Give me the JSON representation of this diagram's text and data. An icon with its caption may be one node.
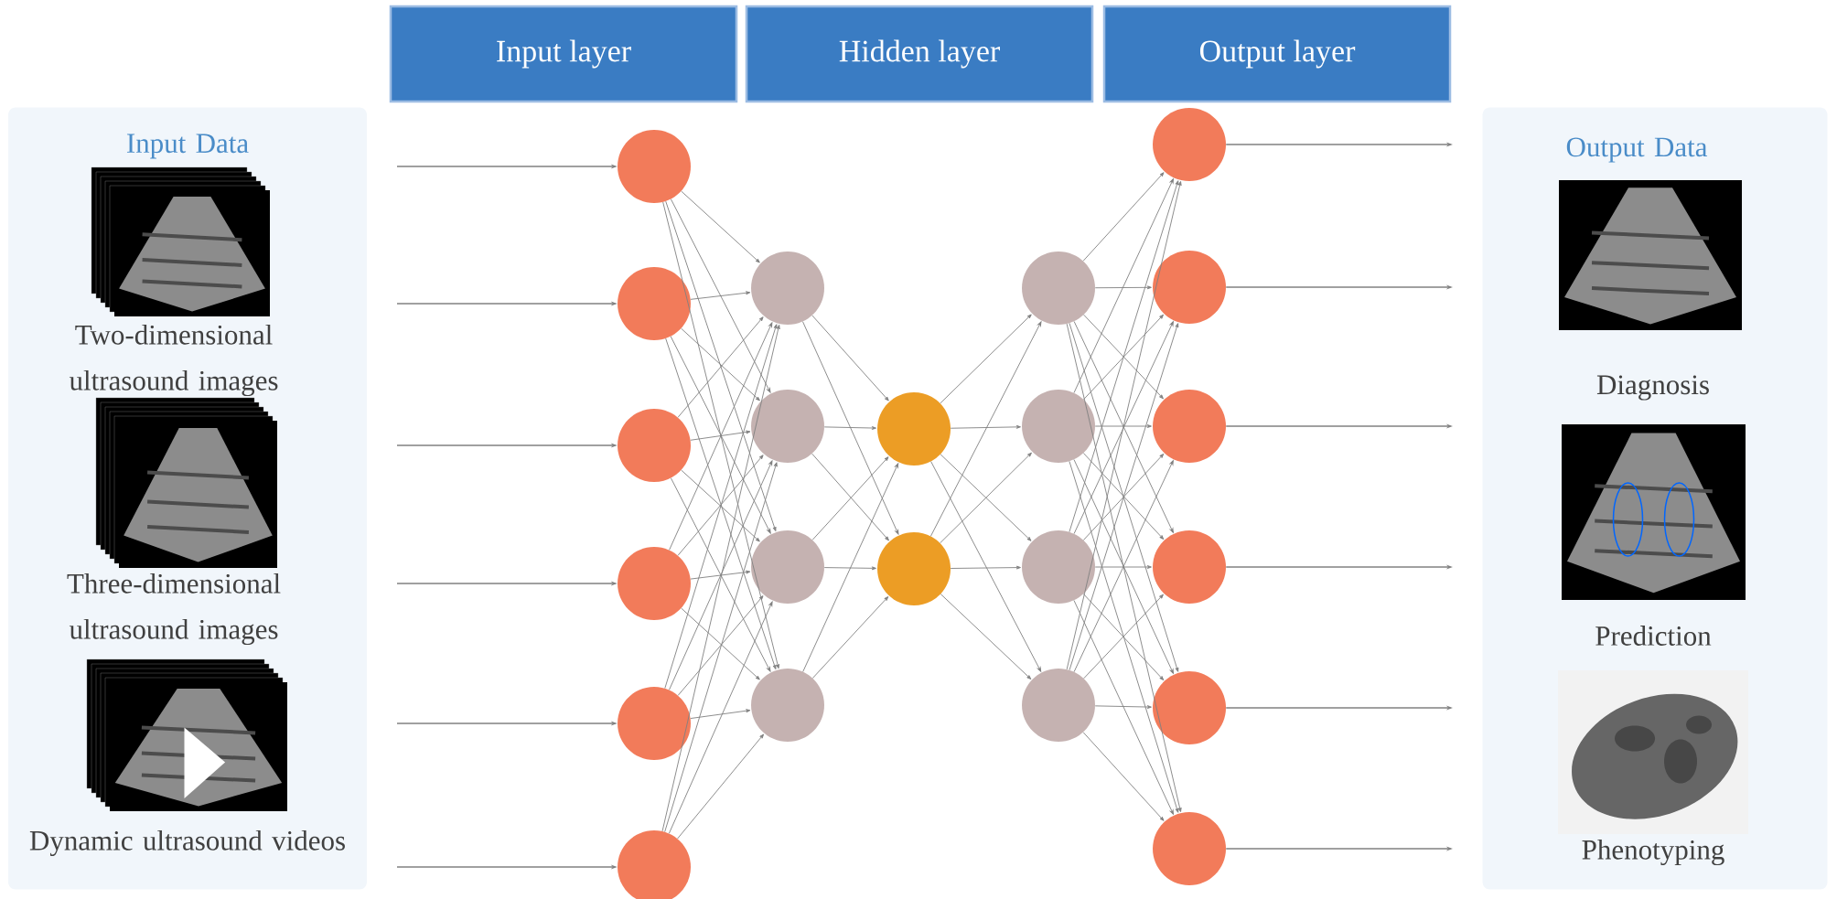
{
  "diagram": {
    "nodes": [
      {
        "text": [
          "Input layer"
        ]
      },
      {
        "text": [
          "Hidden layer"
        ]
      },
      {
        "text": [
          "Output layer"
        ]
      },
      {
        "text": [
          "Input Data",
          "Two-dimensional ultrasound images",
          "Three-dimensional ultrasound images",
          "Dynamic ultrasound videos"
        ]
      },
      {
        "text": [
          "Output Data",
          "Diagnosis",
          "Prediction",
          "Phenotyping"
        ]
      },
      {
        "text": [],
        "shape": "circle"
      },
      {
        "text": [],
        "shape": "circle"
      },
      {
        "text": [],
        "shape": "circle"
      },
      {
        "text": [],
        "shape": "circle"
      },
      {
        "text": [],
        "shape": "circle"
      },
      {
        "text": [],
        "shape": "circle"
      },
      {
        "text": [],
        "shape": "circle"
      },
      {
        "text": [],
        "shape": "circle"
      },
      {
        "text": [],
        "shape": "circle"
      },
      {
        "text": [],
        "shape": "circle"
      },
      {
        "text": [],
        "shape": "circle"
      },
      {
        "text": [],
        "shape": "circle"
      },
      {
        "text": [],
        "shape": "circle"
      },
      {
        "text": [],
        "shape": "circle"
      },
      {
        "text": [],
        "shape": "circle"
      },
      {
        "text": [],
        "shape": "circle"
      },
      {
        "text": [],
        "shape": "circle"
      },
      {
        "text": [],
        "shape": "circle"
      },
      {
        "text": [],
        "shape": "circle"
      },
      {
        "text": [],
        "shape": "circle"
      },
      {
        "text": [],
        "shape": "circle"
      },
      {
        "text": [],
        "shape": "circle"
      }
    ],
    "edges": [
      {
        "from": null,
        "to": 5,
        "arrow": "to"
      },
      {
        "from": null,
        "to": 6,
        "arrow": "to"
      },
      {
        "from": null,
        "to": 7,
        "arrow": "to"
      },
      {
        "from": null,
        "to": 8,
        "arrow": "to"
      },
      {
        "from": null,
        "to": 9,
        "arrow": "to"
      },
      {
        "from": null,
        "to": 10,
        "arrow": "to"
      },
      {
        "from": 5,
        "to": 11,
        "arrow": "to"
      },
      {
        "from": 5,
        "to": 12,
        "arrow": "to"
      },
      {
        "from": 5,
        "to": 13,
        "arrow": "to"
      },
      {
        "from": 5,
        "to": 14,
        "arrow": "to"
      },
      {
        "from": 6,
        "to": 11,
        "arrow": "to"
      },
      {
        "from": 6,
        "to": 12,
        "arrow": "to"
      },
      {
        "from": 6,
        "to": 13,
        "arrow": "to"
      },
      {
        "from": 6,
        "to": 14,
        "arrow": "to"
      },
      {
        "from": 7,
        "to": 11,
        "arrow": "to"
      },
      {
        "from": 7,
        "to": 12,
        "arrow": "to"
      },
      {
        "from": 7,
        "to": 13,
        "arrow": "to"
      },
      {
        "from": 7,
        "to": 14,
        "arrow": "to"
      },
      {
        "from": 8,
        "to": 11,
        "arrow": "to"
      },
      {
        "from": 8,
        "to": 12,
        "arrow": "to"
      },
      {
        "from": 8,
        "to": 13,
        "arrow": "to"
      },
      {
        "from": 8,
        "to": 14,
        "arrow": "to"
      },
      {
        "from": 9,
        "to": 11,
        "arrow": "to"
      },
      {
        "from": 9,
        "to": 12,
        "arrow": "to"
      },
      {
        "from": 9,
        "to": 13,
        "arrow": "to"
      },
      {
        "from": 9,
        "to": 14,
        "arrow": "to"
      },
      {
        "from": 10,
        "to": 11,
        "arrow": "to"
      },
      {
        "from": 10,
        "to": 12,
        "arrow": "to"
      },
      {
        "from": 10,
        "to": 13,
        "arrow": "to"
      },
      {
        "from": 10,
        "to": 14,
        "arrow": "to"
      },
      {
        "from": 11,
        "to": 15,
        "arrow": "to"
      },
      {
        "from": 11,
        "to": 16,
        "arrow": "to"
      },
      {
        "from": 12,
        "to": 15,
        "arrow": "to"
      },
      {
        "from": 12,
        "to": 16,
        "arrow": "to"
      },
      {
        "from": 13,
        "to": 15,
        "arrow": "to"
      },
      {
        "from": 13,
        "to": 16,
        "arrow": "to"
      },
      {
        "from": 14,
        "to": 15,
        "arrow": "to"
      },
      {
        "from": 14,
        "to": 16,
        "arrow": "to"
      },
      {
        "from": 15,
        "to": 17,
        "arrow": "to"
      },
      {
        "from": 15,
        "to": 18,
        "arrow": "to"
      },
      {
        "from": 15,
        "to": 19,
        "arrow": "to"
      },
      {
        "from": 15,
        "to": 20,
        "arrow": "to"
      },
      {
        "from": 16,
        "to": 17,
        "arrow": "to"
      },
      {
        "from": 16,
        "to": 18,
        "arrow": "to"
      },
      {
        "from": 16,
        "to": 19,
        "arrow": "to"
      },
      {
        "from": 16,
        "to": 20,
        "arrow": "to"
      },
      {
        "from": 17,
        "to": 21,
        "arrow": "to"
      },
      {
        "from": 17,
        "to": 22,
        "arrow": "to"
      },
      {
        "from": 17,
        "to": 23,
        "arrow": "to"
      },
      {
        "from": 17,
        "to": 24,
        "arrow": "to"
      },
      {
        "from": 17,
        "to": 25,
        "arrow": "to"
      },
      {
        "from": 17,
        "to": 26,
        "arrow": "to"
      },
      {
        "from": 18,
        "to": 21,
        "arrow": "to"
      },
      {
        "from": 18,
        "to": 22,
        "arrow": "to"
      },
      {
        "from": 18,
        "to": 23,
        "arrow": "to"
      },
      {
        "from": 18,
        "to": 24,
        "arrow": "to"
      },
      {
        "from": 18,
        "to": 25,
        "arrow": "to"
      },
      {
        "from": 18,
        "to": 26,
        "arrow": "to"
      },
      {
        "from": 19,
        "to": 21,
        "arrow": "to"
      },
      {
        "from": 19,
        "to": 22,
        "arrow": "to"
      },
      {
        "from": 19,
        "to": 23,
        "arrow": "to"
      },
      {
        "from": 19,
        "to": 24,
        "arrow": "to"
      },
      {
        "from": 19,
        "to": 25,
        "arrow": "to"
      },
      {
        "from": 19,
        "to": 26,
        "arrow": "to"
      },
      {
        "from": 20,
        "to": 21,
        "arrow": "to"
      },
      {
        "from": 20,
        "to": 22,
        "arrow": "to"
      },
      {
        "from": 20,
        "to": 23,
        "arrow": "to"
      },
      {
        "from": 20,
        "to": 24,
        "arrow": "to"
      },
      {
        "from": 20,
        "to": 25,
        "arrow": "to"
      },
      {
        "from": 20,
        "to": 26,
        "arrow": "to"
      },
      {
        "from": 21,
        "to": null,
        "arrow": "to"
      },
      {
        "from": 22,
        "to": null,
        "arrow": "to"
      },
      {
        "from": 23,
        "to": null,
        "arrow": "to"
      },
      {
        "from": 24,
        "to": null,
        "arrow": "to"
      },
      {
        "from": 25,
        "to": null,
        "arrow": "to"
      },
      {
        "from": 26,
        "to": null,
        "arrow": "to"
      }
    ]
  }
}
